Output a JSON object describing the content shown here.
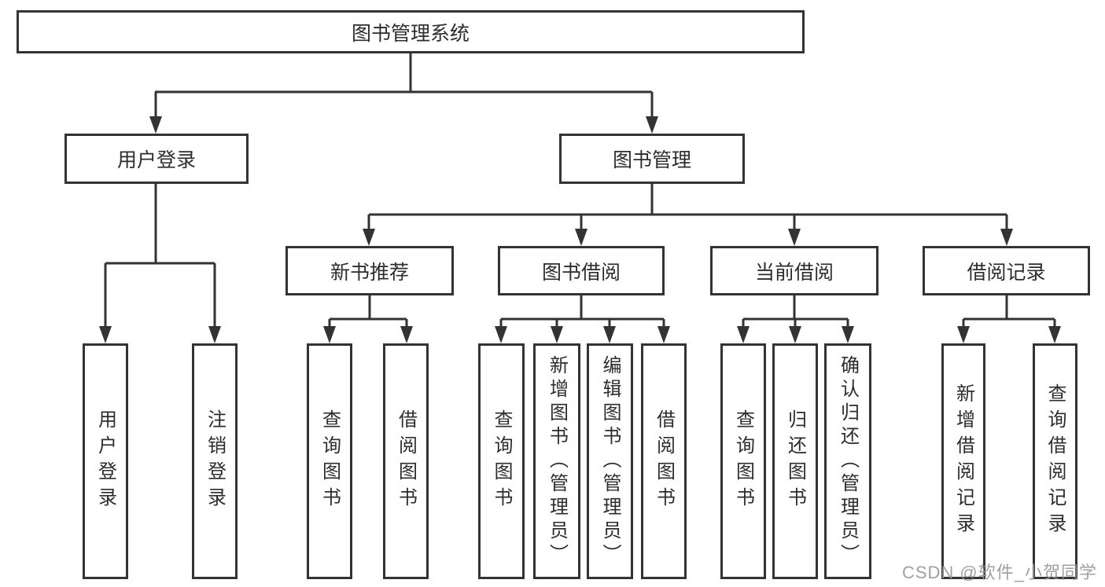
{
  "tree": {
    "root": {
      "label": "图书管理系统",
      "children": [
        {
          "label": "用户登录",
          "children": [
            {
              "label": "用户登录"
            },
            {
              "label": "注销登录"
            }
          ]
        },
        {
          "label": "图书管理",
          "children": [
            {
              "label": "新书推荐",
              "children": [
                {
                  "label": "查询图书"
                },
                {
                  "label": "借阅图书"
                }
              ]
            },
            {
              "label": "图书借阅",
              "children": [
                {
                  "label": "查询图书"
                },
                {
                  "label": "新增图书（管理员）"
                },
                {
                  "label": "编辑图书（管理员）"
                },
                {
                  "label": "借阅图书"
                }
              ]
            },
            {
              "label": "当前借阅",
              "children": [
                {
                  "label": "查询图书"
                },
                {
                  "label": "归还图书"
                },
                {
                  "label": "确认归还（管理员）"
                }
              ]
            },
            {
              "label": "借阅记录",
              "children": [
                {
                  "label": "新增借阅记录"
                },
                {
                  "label": "查询借阅记录"
                }
              ]
            }
          ]
        }
      ]
    }
  },
  "watermark": {
    "text": "CSDN @软件_小贺同学"
  },
  "colors": {
    "line": "#333333",
    "box_border": "#333333",
    "box_bg": "#ffffff",
    "text": "#2d2d2d",
    "watermark": "#969696",
    "background": "#ffffff"
  }
}
